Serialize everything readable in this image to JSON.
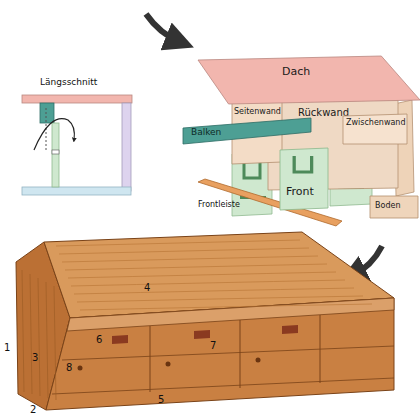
{
  "diagram": {
    "nodes": [
      {
        "text": [
          "Dach"
        ]
      },
      {
        "text": [
          "Seitenwand"
        ]
      },
      {
        "text": [
          "Rückwand"
        ]
      },
      {
        "text": [
          "Zwischenwand"
        ]
      },
      {
        "text": [
          "Balken"
        ]
      },
      {
        "text": [
          "Front"
        ]
      },
      {
        "text": [
          "Boden"
        ]
      }
    ],
    "labels": [
      "Längsschnitt",
      "Frontleiste",
      "4",
      "6",
      "1",
      "3",
      "7",
      "8",
      "2",
      "5"
    ]
  }
}
